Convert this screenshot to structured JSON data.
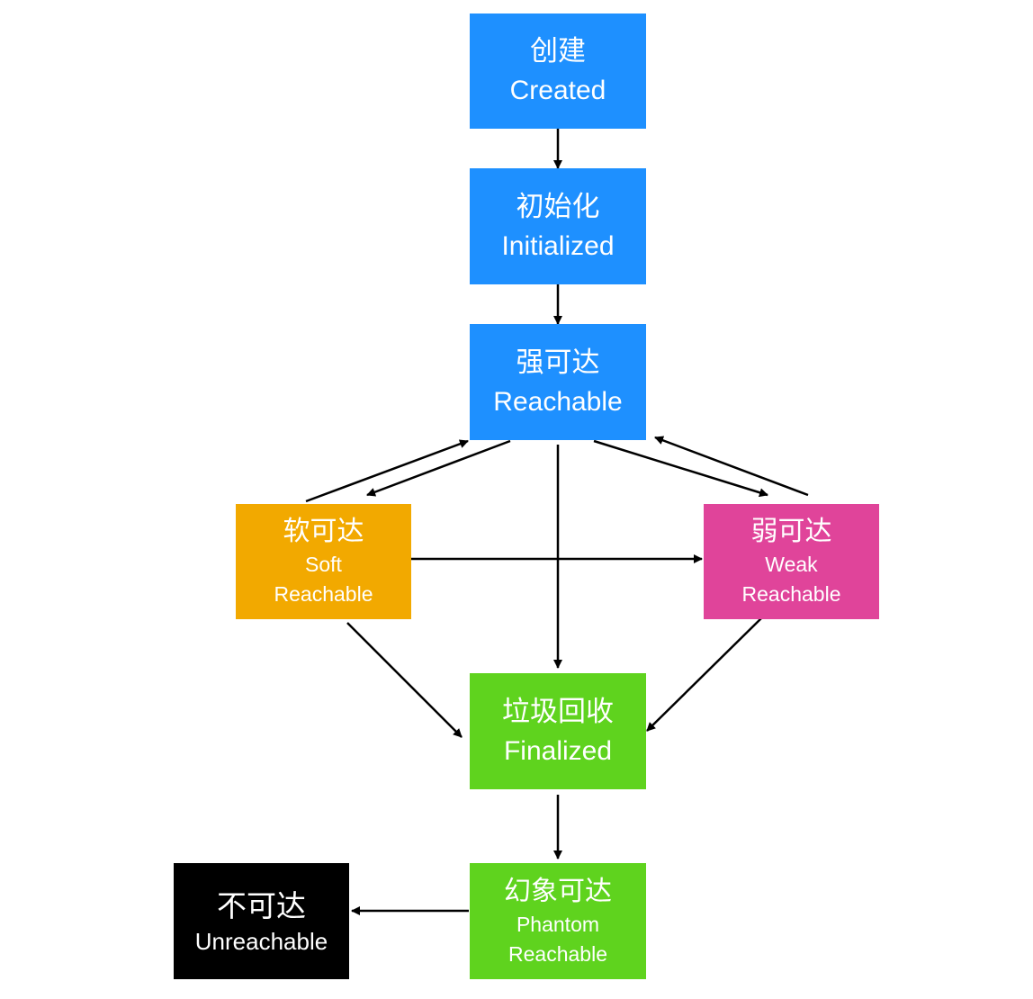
{
  "colors": {
    "blue": "#1e90ff",
    "orange": "#f2a900",
    "pink": "#e0449a",
    "green": "#5fd31e",
    "black": "#000000",
    "arrow": "#000000"
  },
  "nodes": {
    "created": {
      "zh": "创建",
      "en": "Created"
    },
    "initialized": {
      "zh": "初始化",
      "en": "Initialized"
    },
    "reachable": {
      "zh": "强可达",
      "en": "Reachable"
    },
    "soft": {
      "zh": "软可达",
      "en": "Soft",
      "en2": "Reachable"
    },
    "weak": {
      "zh": "弱可达",
      "en": "Weak",
      "en2": "Reachable"
    },
    "finalized": {
      "zh": "垃圾回收",
      "en": "Finalized"
    },
    "phantom": {
      "zh": "幻象可达",
      "en": "Phantom",
      "en2": "Reachable"
    },
    "unreachable": {
      "zh": "不可达",
      "en": "Unreachable"
    }
  },
  "edges": [
    {
      "from": "created",
      "to": "initialized"
    },
    {
      "from": "initialized",
      "to": "reachable"
    },
    {
      "from": "reachable",
      "to": "soft"
    },
    {
      "from": "soft",
      "to": "reachable"
    },
    {
      "from": "reachable",
      "to": "weak"
    },
    {
      "from": "weak",
      "to": "reachable"
    },
    {
      "from": "soft",
      "to": "weak"
    },
    {
      "from": "reachable",
      "to": "finalized"
    },
    {
      "from": "soft",
      "to": "finalized"
    },
    {
      "from": "weak",
      "to": "finalized"
    },
    {
      "from": "finalized",
      "to": "phantom"
    },
    {
      "from": "phantom",
      "to": "unreachable"
    }
  ]
}
